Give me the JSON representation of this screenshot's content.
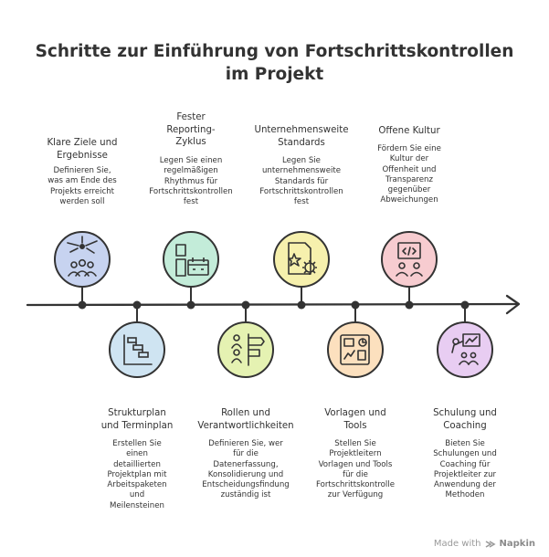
{
  "title_lines": [
    "Schritte zur Einführung von Fortschrittskontrollen",
    "im Projekt"
  ],
  "top_steps": [
    {
      "title": [
        "Klare Ziele und",
        "Ergebnisse"
      ],
      "desc": [
        "Definieren Sie,",
        "was am Ende des",
        "Projekts erreicht",
        "werden soll"
      ],
      "color": "#c7d3f0",
      "icon": "target-team-icon"
    },
    {
      "title": [
        "Fester",
        "Reporting-",
        "Zyklus"
      ],
      "desc": [
        "Legen Sie einen",
        "regelmäßigen",
        "Rhythmus für",
        "Fortschrittskontrollen",
        "fest"
      ],
      "color": "#c3ecd9",
      "icon": "calendar-icon"
    },
    {
      "title": [
        "Unternehmensweite",
        "Standards"
      ],
      "desc": [
        "Legen Sie",
        "unternehmensweite",
        "Standards für",
        "Fortschrittskontrollen",
        "fest"
      ],
      "color": "#f6f0ad",
      "icon": "document-gear-icon"
    },
    {
      "title": [
        "Offene Kultur"
      ],
      "desc": [
        "Fördern Sie eine",
        "Kultur der",
        "Offenheit und",
        "Transparenz",
        "gegenüber",
        "Abweichungen"
      ],
      "color": "#f7ccd0",
      "icon": "presentation-code-icon"
    }
  ],
  "bottom_steps": [
    {
      "title": [
        "Strukturplan",
        "und Terminplan"
      ],
      "desc": [
        "Erstellen Sie",
        "einen",
        "detaillierten",
        "Projektplan mit",
        "Arbeitspaketen",
        "und",
        "Meilensteinen"
      ],
      "color": "#cfe4f2",
      "icon": "gantt-chart-icon"
    },
    {
      "title": [
        "Rollen und",
        "Verantwortlichkeiten"
      ],
      "desc": [
        "Definieren Sie, wer",
        "für die",
        "Datenerfassung,",
        "Konsolidierung und",
        "Entscheidungsfindung",
        "zuständig ist"
      ],
      "color": "#e5f2b2",
      "icon": "roles-signpost-icon"
    },
    {
      "title": [
        "Vorlagen und",
        "Tools"
      ],
      "desc": [
        "Stellen Sie",
        "Projektleitern",
        "Vorlagen und Tools",
        "für die",
        "Fortschrittskontrolle",
        "zur Verfügung"
      ],
      "color": "#fce0be",
      "icon": "dashboard-template-icon"
    },
    {
      "title": [
        "Schulung und",
        "Coaching"
      ],
      "desc": [
        "Bieten Sie",
        "Schulungen und",
        "Coaching für",
        "Projektleiter zur",
        "Anwendung der",
        "Methoden"
      ],
      "color": "#e8cdf2",
      "icon": "teacher-training-icon"
    }
  ],
  "footer": {
    "made_with": "Made with",
    "brand": "Napkin"
  }
}
